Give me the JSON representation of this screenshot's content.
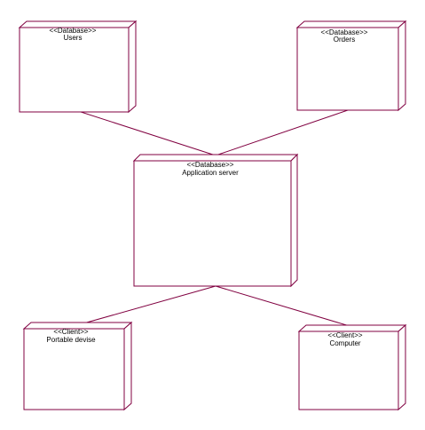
{
  "nodes": {
    "users": {
      "stereotype": "<<Database>>",
      "name": "Users"
    },
    "orders": {
      "stereotype": "<<Database>>",
      "name": "Orders"
    },
    "app_server": {
      "stereotype": "<<Database>>",
      "name": "Application server"
    },
    "portable": {
      "stereotype": "<<Client>>",
      "name": "Portable devise"
    },
    "computer": {
      "stereotype": "<<Client>>",
      "name": "Computer"
    }
  },
  "connections": [
    {
      "from": "Users",
      "to": "Application server"
    },
    {
      "from": "Orders",
      "to": "Application server"
    },
    {
      "from": "Application server",
      "to": "Portable devise"
    },
    {
      "from": "Application server",
      "to": "Computer"
    }
  ],
  "colors": {
    "stroke": "#800040",
    "fill": "#ffffff",
    "text": "#000000"
  }
}
